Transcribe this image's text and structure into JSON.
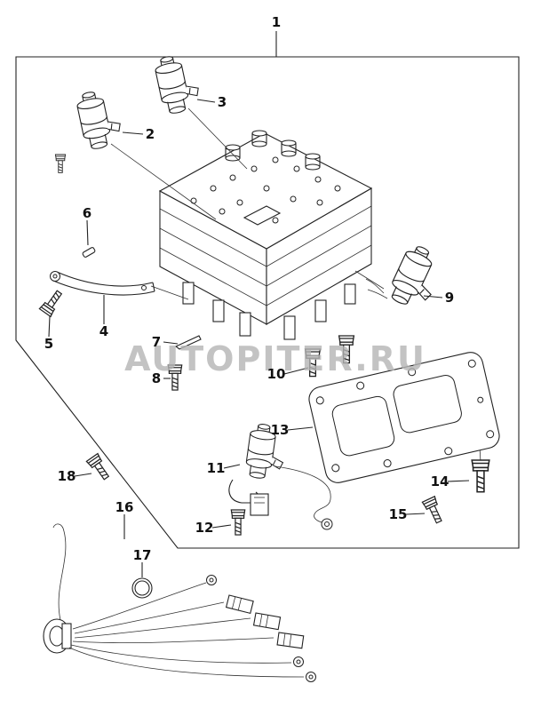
{
  "watermark": "AUTOPITER.RU",
  "callouts": [
    {
      "label": "1"
    },
    {
      "label": "2"
    },
    {
      "label": "3"
    },
    {
      "label": "4"
    },
    {
      "label": "5"
    },
    {
      "label": "6"
    },
    {
      "label": "7"
    },
    {
      "label": "8"
    },
    {
      "label": "9"
    },
    {
      "label": "10"
    },
    {
      "label": "11"
    },
    {
      "label": "12"
    },
    {
      "label": "13"
    },
    {
      "label": "14"
    },
    {
      "label": "15"
    },
    {
      "label": "16"
    },
    {
      "label": "17"
    },
    {
      "label": "18"
    }
  ],
  "colors": {
    "line": "#222222",
    "watermark": "#b5b5b5",
    "background": "#ffffff"
  }
}
